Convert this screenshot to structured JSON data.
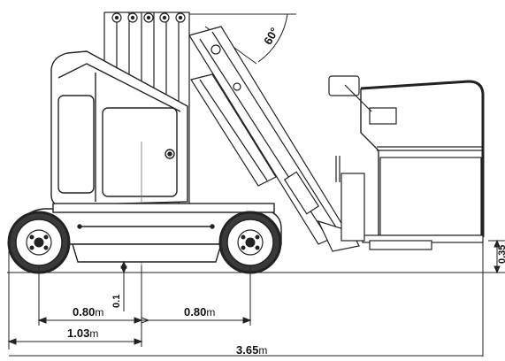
{
  "diagram": {
    "angle_label": "60°",
    "dimensions": {
      "wheel_to_center_left": {
        "value": "0.80",
        "unit": "m"
      },
      "wheel_to_center_right": {
        "value": "0.80",
        "unit": "m"
      },
      "rear_overhang": {
        "value": "1.03",
        "unit": "m"
      },
      "total_length": {
        "value": "3.65",
        "unit": "m"
      },
      "ground_clearance": {
        "value": "0.1"
      },
      "platform_height": {
        "value": "0.35"
      }
    }
  }
}
